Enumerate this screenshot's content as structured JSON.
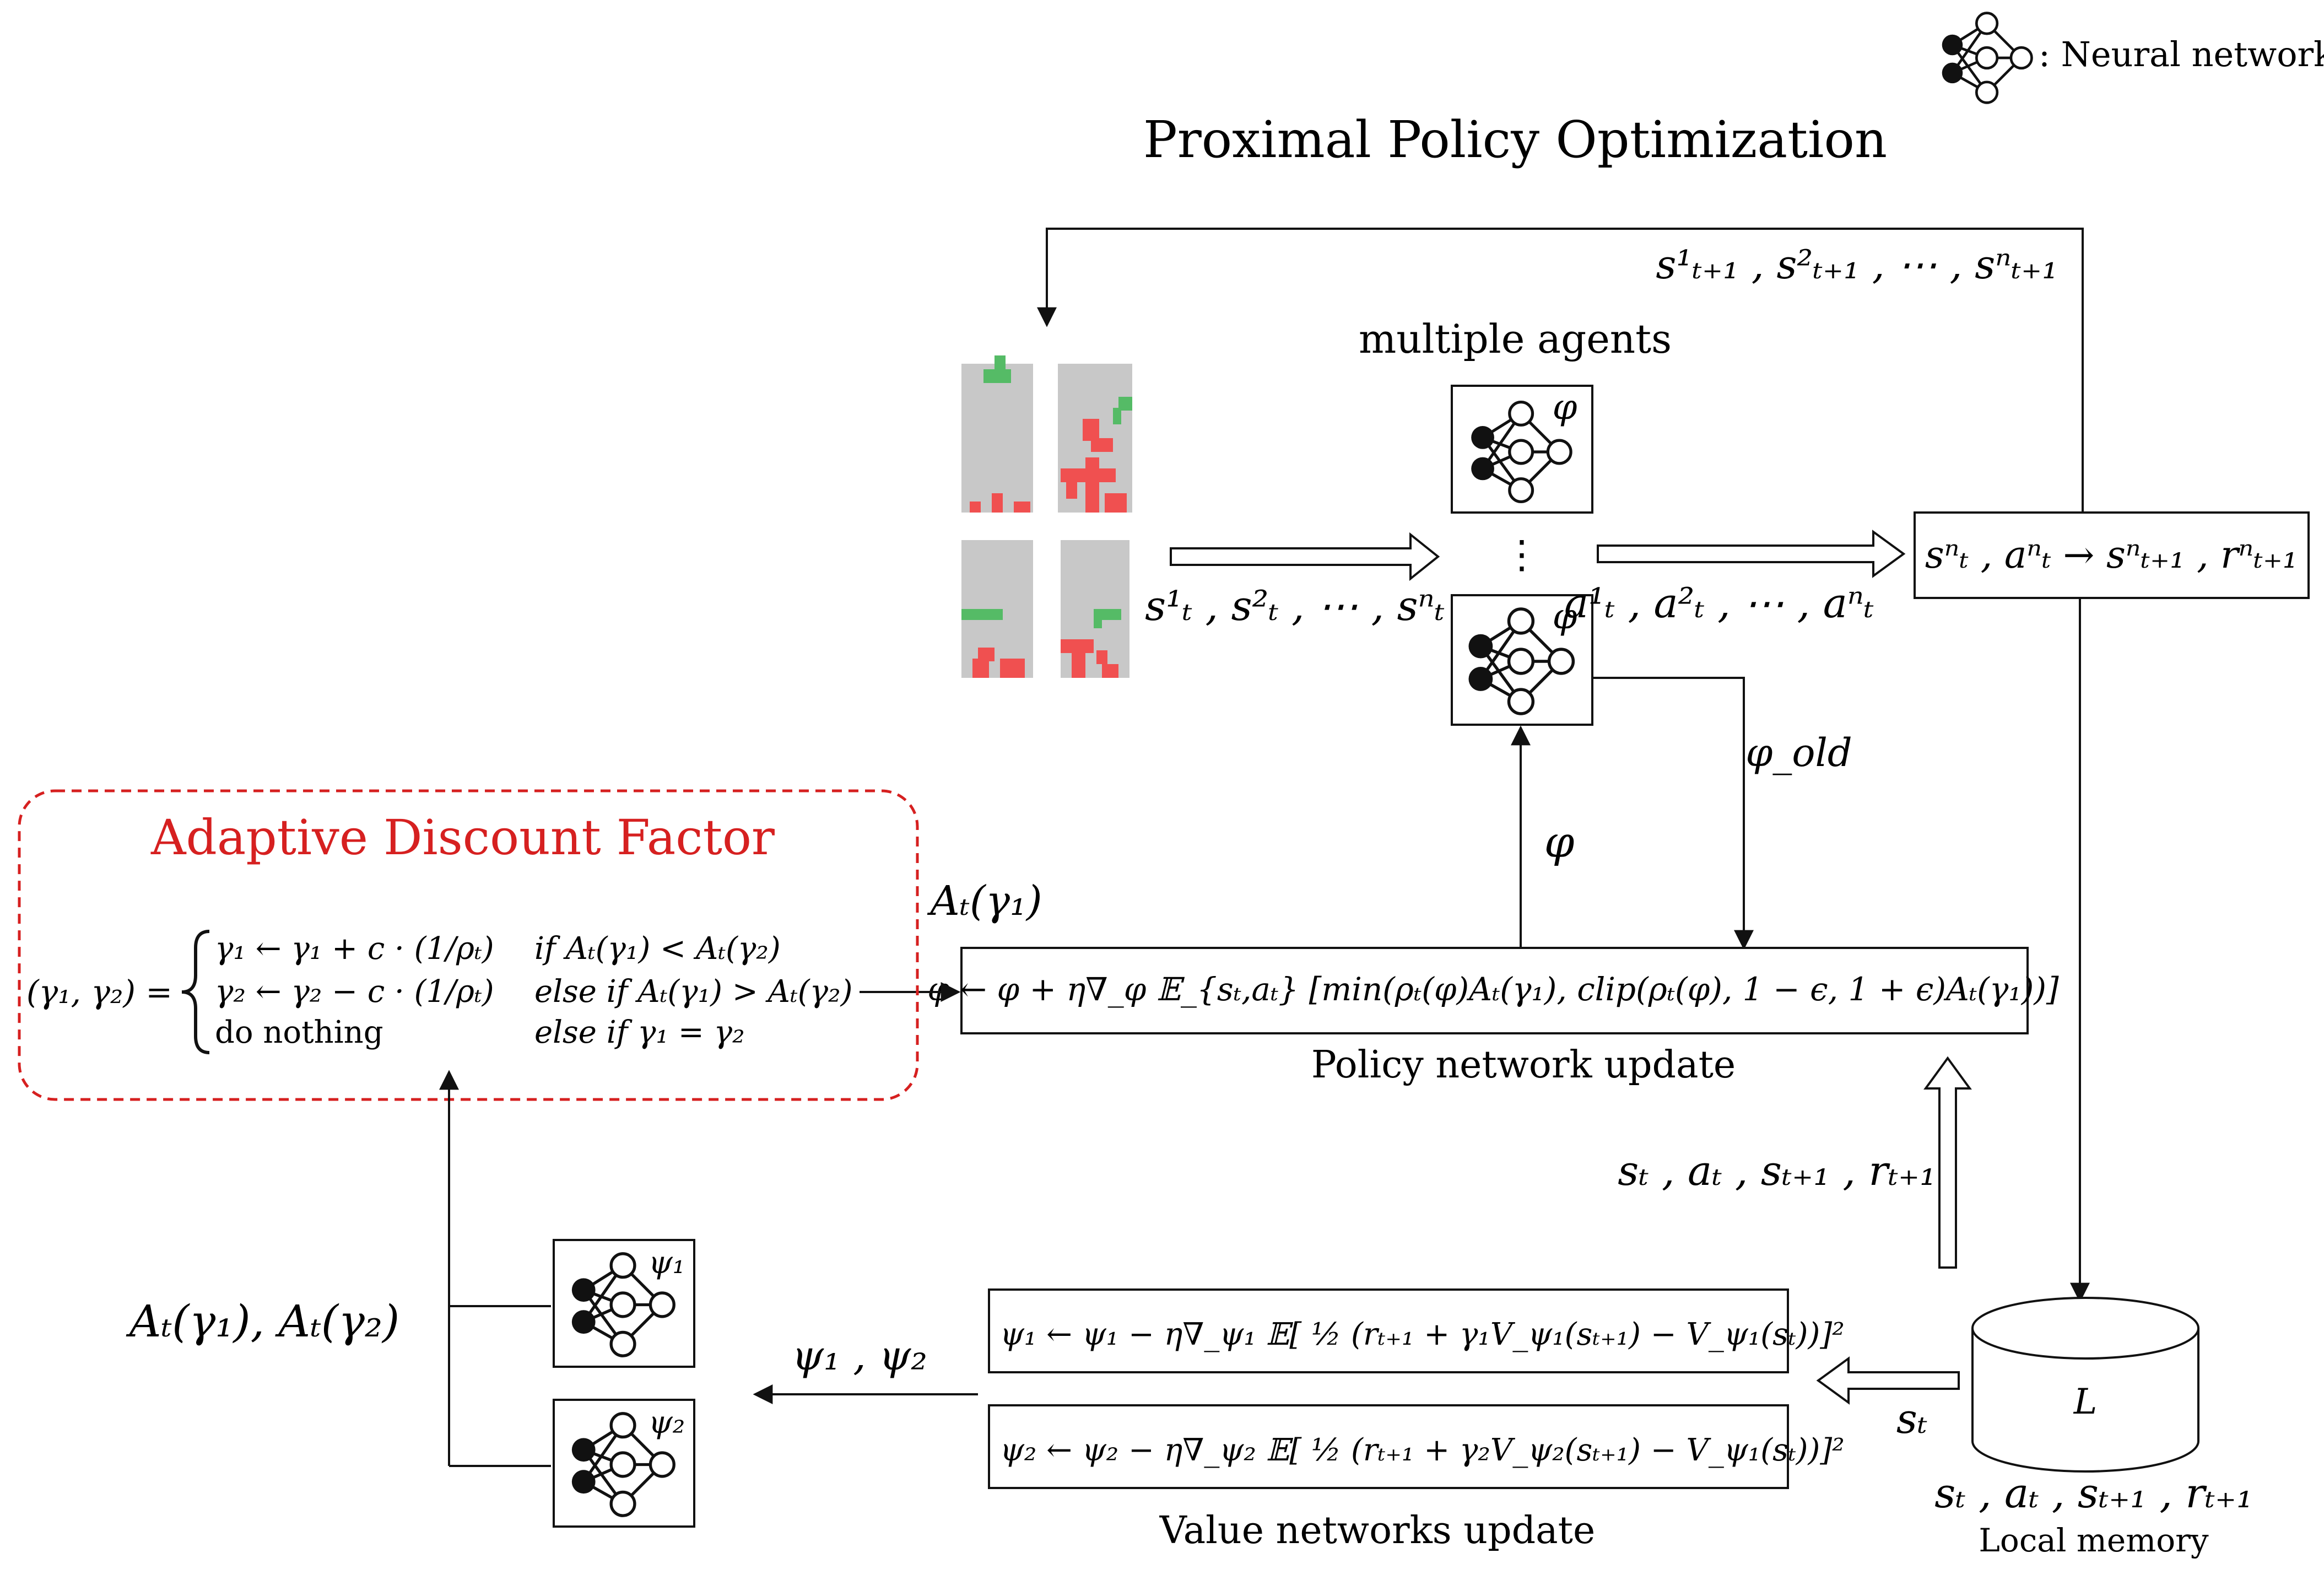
{
  "legend": {
    "label": ": Neural network"
  },
  "title": "Proximal Policy Optimization",
  "agents": {
    "label": "multiple agents",
    "top_param": "φ",
    "bottom_param": "φ",
    "ellipsis": "⋮"
  },
  "states_label": "s¹ₜ , s²ₜ , ⋯ , sⁿₜ",
  "actions_label": "a¹ₜ , a²ₜ , ⋯ , aⁿₜ",
  "transition_box": "sⁿₜ , aⁿₜ → sⁿₜ₊₁ , rⁿₜ₊₁",
  "next_states_label": "s¹ₜ₊₁ , s²ₜ₊₁ , ⋯ , sⁿₜ₊₁",
  "phi_old_label": "φ_old",
  "phi_label": "φ",
  "advantage_label": "Aₜ(γ₁)",
  "policy_update": {
    "equation": "φ ← φ + η∇_φ 𝔼_{sₜ,aₜ} [min(ρₜ(φ)Aₜ(γ₁), clip(ρₜ(φ), 1 − ϵ, 1 + ϵ)Aₜ(γ₁))]",
    "caption": "Policy network update"
  },
  "adaptive": {
    "title": "Adaptive Discount Factor",
    "lhs": "(γ₁, γ₂) =",
    "rows": [
      {
        "update": "γ₁ ← γ₁ + c · (1/ρₜ)",
        "condition": "if Aₜ(γ₁) < Aₜ(γ₂)"
      },
      {
        "update": "γ₂ ← γ₂ − c · (1/ρₜ)",
        "condition": "else if Aₜ(γ₁) > Aₜ(γ₂)"
      },
      {
        "update": "do nothing",
        "condition": "else if γ₁ = γ₂"
      }
    ],
    "color": "#d62020"
  },
  "batch_label": "sₜ , aₜ , sₜ₊₁ , rₜ₊₁",
  "value_update": {
    "eq1": "ψ₁ ← ψ₁ − η∇_ψ₁ 𝔼[ ½ (rₜ₊₁ + γ₁V_ψ₁(sₜ₊₁) − V_ψ₁(sₜ))]²",
    "eq2": "ψ₂ ← ψ₂ − η∇_ψ₂ 𝔼[ ½ (rₜ₊₁ + γ₂V_ψ₂(sₜ₊₁) − V_ψ₁(sₜ))]²",
    "caption": "Value networks update"
  },
  "value_nets": {
    "top_param": "ψ₁",
    "bottom_param": "ψ₂"
  },
  "psi_label": "ψ₁ , ψ₂",
  "advantages_label": "Aₜ(γ₁), Aₜ(γ₂)",
  "st_label": "sₜ",
  "memory": {
    "letter": "L",
    "contents": "sₜ , aₜ , sₜ₊₁ , rₜ₊₁",
    "caption": "Local memory"
  },
  "colors": {
    "grid_bg": "#c8c8c8",
    "red_block": "#f05050",
    "green_block": "#55bb66",
    "dashed_border": "#d62020"
  }
}
